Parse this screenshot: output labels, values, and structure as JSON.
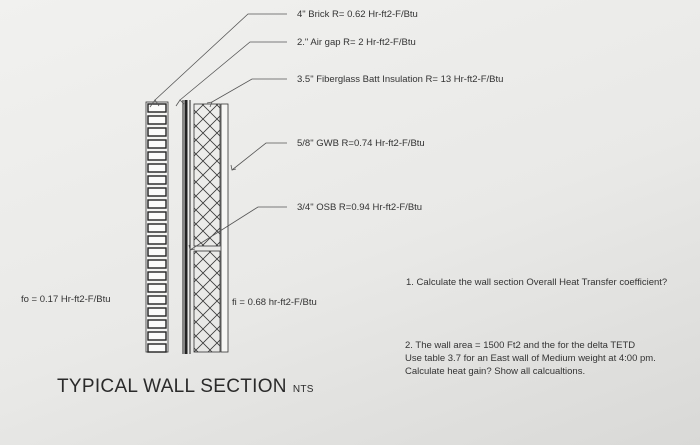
{
  "callouts": {
    "brick": "4\" Brick R= 0.62 Hr-ft2-F/Btu",
    "airgap": "2.\" Air gap R= 2 Hr-ft2-F/Btu",
    "insulation": "3.5\" Fiberglass Batt Insulation R= 13 Hr-ft2-F/Btu",
    "gwb": "5/8\" GWB R=0.74 Hr-ft2-F/Btu",
    "osb": "3/4\" OSB  R=0.94 Hr-ft2-F/Btu"
  },
  "films": {
    "outside": "fo = 0.17 Hr-ft2-F/Btu",
    "inside": "fi = 0.68 hr-ft2-F/Btu"
  },
  "title": {
    "main": "TYPICAL WALL SECTION",
    "suffix": "NTS"
  },
  "questions": {
    "q1": "1. Calculate the wall section Overall Heat Transfer coefficient?",
    "q2_line1": "2.  The wall area = 1500 Ft2 and the for the delta TETD",
    "q2_line2": "Use table 3.7 for an East wall of Medium weight at 4:00 pm.",
    "q2_line3": "Calculate heat gain?  Show all calcualtions."
  }
}
